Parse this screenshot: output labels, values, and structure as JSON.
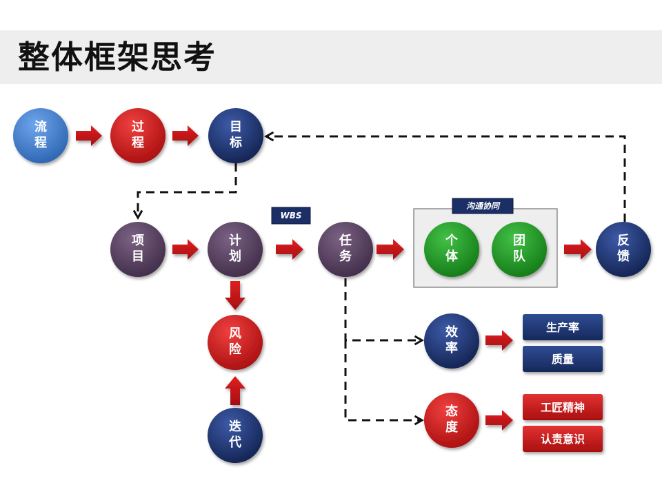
{
  "title": "整体框架思考",
  "colors": {
    "navy": "#1b2f66",
    "red": "#cc1a1a",
    "purple": "#56405f",
    "blue": "#3f7fcf",
    "green": "#1f9a22",
    "arrow": "#c8141a",
    "dashed": "#111111"
  },
  "nodes": {
    "liucheng": {
      "line1": "流",
      "line2": "程"
    },
    "guocheng": {
      "line1": "过",
      "line2": "程"
    },
    "mubiao": {
      "line1": "目",
      "line2": "标"
    },
    "xiangmu": {
      "line1": "项",
      "line2": "目"
    },
    "jihua": {
      "line1": "计",
      "line2": "划"
    },
    "renwu": {
      "line1": "任",
      "line2": "务"
    },
    "geti": {
      "line1": "个",
      "line2": "体"
    },
    "tuandui": {
      "line1": "团",
      "line2": "队"
    },
    "fankui": {
      "line1": "反",
      "line2": "馈"
    },
    "fengxian": {
      "line1": "风",
      "line2": "险"
    },
    "diedai": {
      "line1": "迭",
      "line2": "代"
    },
    "xiaolv": {
      "line1": "效",
      "line2": "率"
    },
    "taidu": {
      "line1": "态",
      "line2": "度"
    }
  },
  "labels": {
    "wbs": "WBS",
    "communication": "沟通协同"
  },
  "outcomes": {
    "productivity": "生产率",
    "quality": "质量",
    "craftsmanship": "工匠精神",
    "responsibility": "认责意识"
  }
}
